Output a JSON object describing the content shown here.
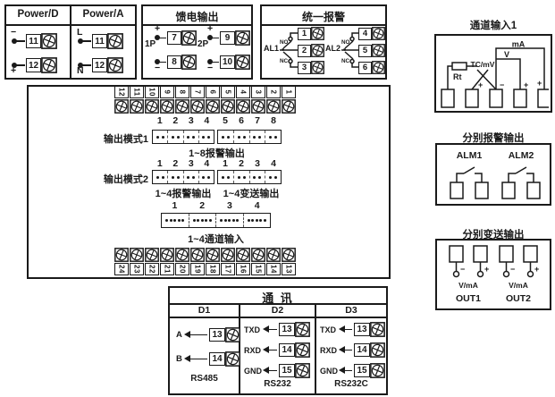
{
  "power": {
    "title_d": "Power/D",
    "title_a": "Power/A",
    "d": [
      {
        "sign": "−",
        "num": "11"
      },
      {
        "sign": "+",
        "num": "12"
      }
    ],
    "a": [
      {
        "sign": "L",
        "num": "11"
      },
      {
        "sign": "N",
        "num": "12"
      }
    ]
  },
  "feed": {
    "title": "馈电输出",
    "g1_label": "1P",
    "g2_label": "2P",
    "g1": [
      {
        "sign": "+",
        "num": "7"
      },
      {
        "sign": "−",
        "num": "8"
      }
    ],
    "g2": [
      {
        "sign": "+",
        "num": "9"
      },
      {
        "sign": "−",
        "num": "10"
      }
    ]
  },
  "alarm": {
    "title": "统一报警",
    "r1": {
      "label": "AL1",
      "no": "NO",
      "nc": "NC",
      "t": [
        "1",
        "2",
        "3"
      ]
    },
    "r2": {
      "label": "AL2",
      "no": "NO",
      "nc": "NC",
      "t": [
        "4",
        "5",
        "6"
      ]
    }
  },
  "chan1": {
    "title": "通道输入1",
    "rt": "Rt",
    "tc": "TC/mV",
    "v": "V",
    "ma": "mA",
    "p2": "+",
    "m3": "−",
    "p4": "+",
    "p5": "+"
  },
  "sep_alarm": {
    "title": "分别报警输出",
    "u1": "ALM1",
    "u2": "ALM2"
  },
  "sep_out": {
    "title": "分别变送输出",
    "u1": {
      "minus": "−",
      "plus": "+",
      "vma": "V/mA",
      "name": "OUT1"
    },
    "u2": {
      "minus": "−",
      "plus": "+",
      "vma": "V/mA",
      "name": "OUT2"
    }
  },
  "center": {
    "top_terminals": [
      "12",
      "11",
      "10",
      "9",
      "8",
      "7",
      "6",
      "5",
      "4",
      "3",
      "2",
      "1"
    ],
    "bottom_terminals": [
      "24",
      "23",
      "22",
      "21",
      "20",
      "19",
      "18",
      "17",
      "16",
      "15",
      "14",
      "13"
    ],
    "mode1": {
      "label": "输出模式1",
      "nums_l": [
        "1",
        "2",
        "3",
        "4"
      ],
      "nums_r": [
        "5",
        "6",
        "7",
        "8"
      ],
      "caption": "1~8报警输出"
    },
    "mode2": {
      "label": "输出模式2",
      "nums_l": [
        "1",
        "2",
        "3",
        "4"
      ],
      "nums_r": [
        "1",
        "2",
        "3",
        "4"
      ],
      "caption_l": "1~4报警输出",
      "caption_r": "1~4变送输出"
    },
    "chan": {
      "nums": [
        "1",
        "2",
        "3",
        "4"
      ],
      "caption": "1~4通道输入"
    }
  },
  "comms": {
    "title": "通 讯",
    "cols": [
      {
        "header": "D1",
        "proto": "RS485",
        "rows": [
          {
            "sig": "A",
            "num": "13"
          },
          {
            "sig": "B",
            "num": "14"
          }
        ]
      },
      {
        "header": "D2",
        "proto": "RS232",
        "rows": [
          {
            "sig": "TXD",
            "num": "13"
          },
          {
            "sig": "RXD",
            "num": "14"
          },
          {
            "sig": "GND",
            "num": "15"
          }
        ]
      },
      {
        "header": "D3",
        "proto": "RS232C",
        "rows": [
          {
            "sig": "TXD",
            "num": "13"
          },
          {
            "sig": "RXD",
            "num": "14"
          },
          {
            "sig": "GND",
            "num": "15"
          }
        ]
      }
    ]
  }
}
